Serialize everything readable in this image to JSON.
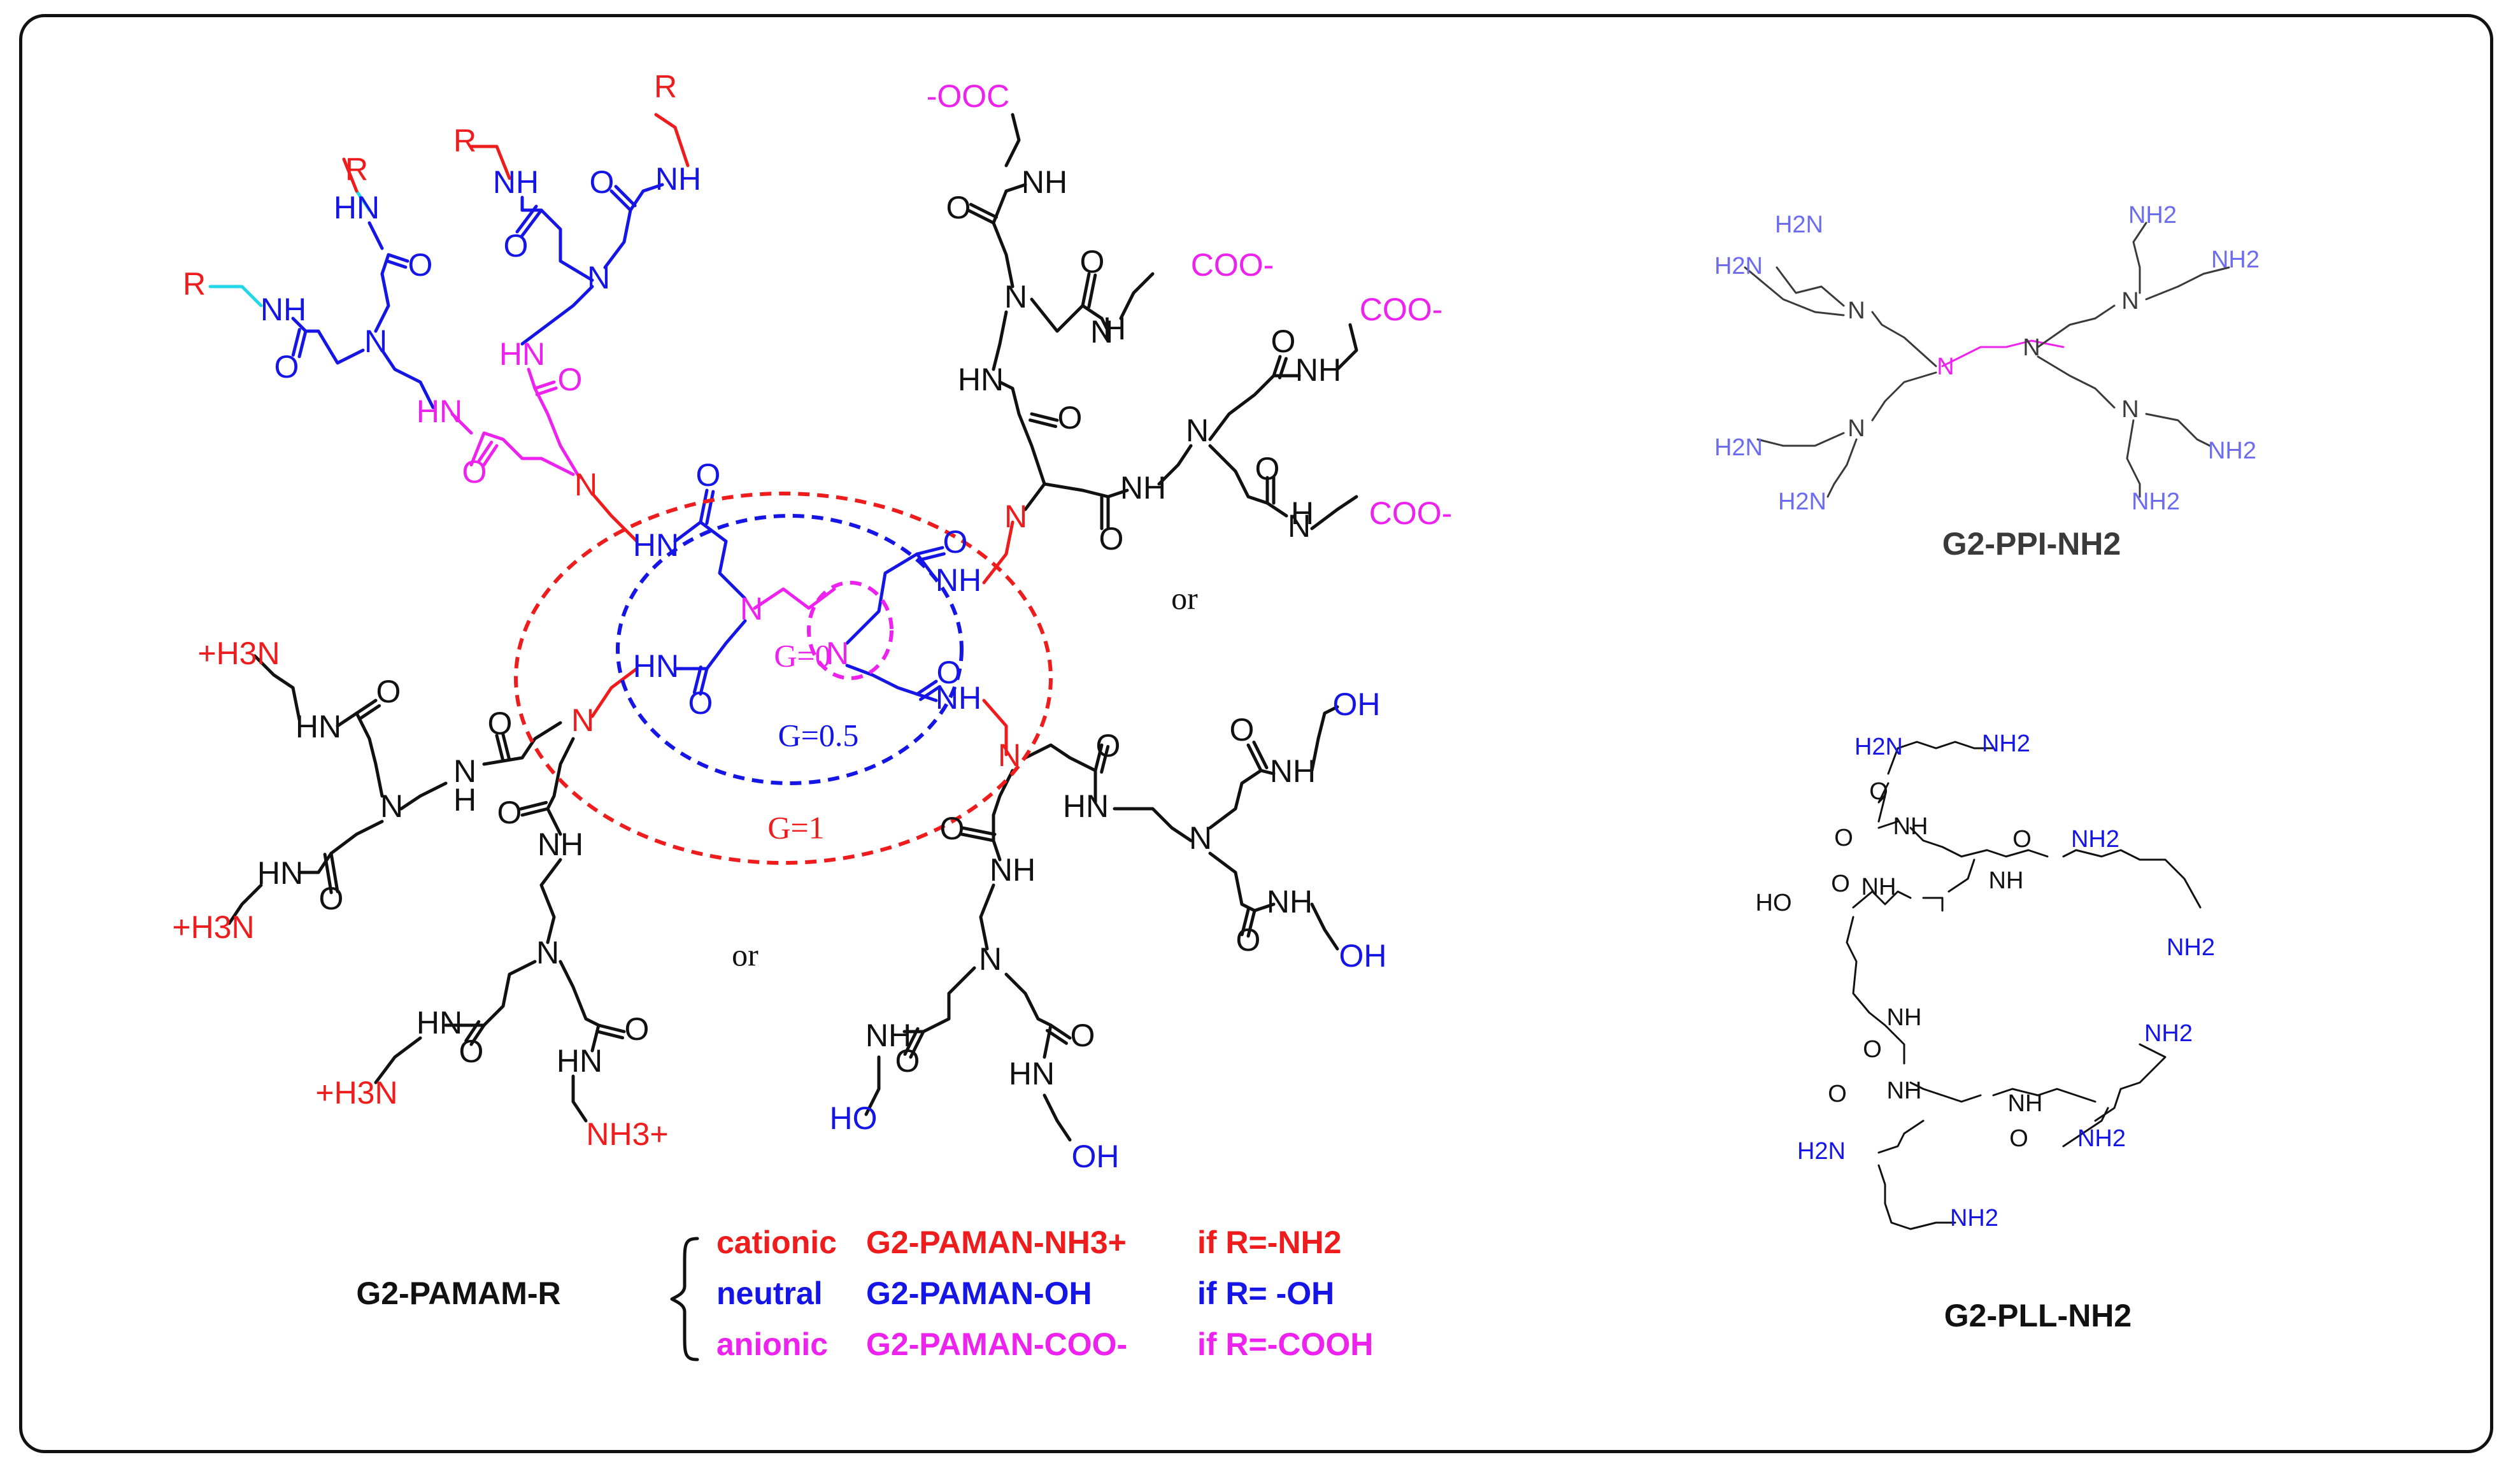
{
  "colors": {
    "black": "#111111",
    "blue": "#1515e6",
    "red": "#ee1c1c",
    "magenta": "#ee22ee",
    "cyan": "#22d8e8",
    "ppi_blue": "#6c6cf0",
    "ppi_grey": "#3a3a3a"
  },
  "icons": [
    "brace-icon"
  ],
  "labels": {
    "R": "R",
    "NH": "NH",
    "HN": "HN",
    "N": "N",
    "O": "O",
    "H": "H",
    "H3N_plus": "+H3N",
    "NH3_plus": "NH3+",
    "OH": "OH",
    "HO": "HO",
    "OOC_minus": "-OOC",
    "COO_minus": "COO-",
    "or": "or",
    "G0": "G=0",
    "G05": "G=0.5",
    "G1": "G=1",
    "H2N": "H2N",
    "NH2": "NH2"
  },
  "titles": {
    "pamam": "G2-PAMAM-R",
    "ppi": "G2-PPI-NH2",
    "pll": "G2-PLL-NH2"
  },
  "legend": [
    {
      "kind": "cationic",
      "name": "G2-PAMAN-NH3+",
      "cond": "if R=-NH2",
      "color": "#ee1c1c"
    },
    {
      "kind": "neutral",
      "name": "G2-PAMAN-OH",
      "cond": "if R= -OH",
      "color": "#1515e6"
    },
    {
      "kind": "anionic",
      "name": "G2-PAMAN-COO-",
      "cond": "if R=-COOH",
      "color": "#ee22ee"
    }
  ]
}
